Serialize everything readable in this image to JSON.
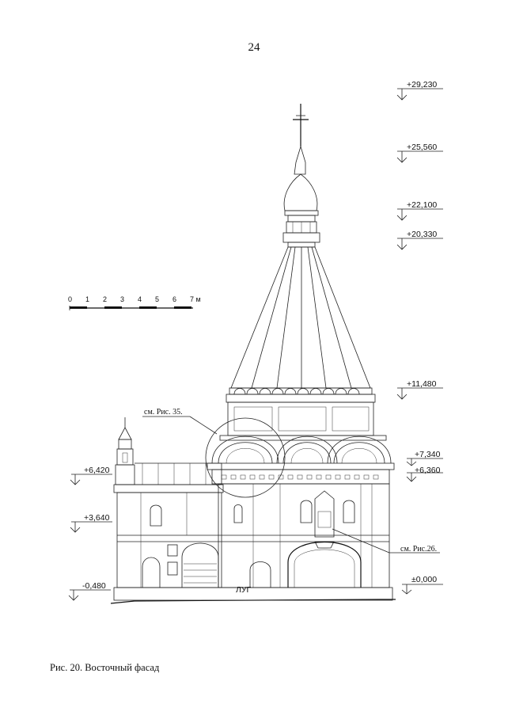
{
  "page": {
    "number": "24"
  },
  "figure": {
    "caption": "Рис. 20. Восточный фасад"
  },
  "scale_bar": {
    "ticks": [
      "0",
      "1",
      "2",
      "3",
      "4",
      "5",
      "6",
      "7 м"
    ]
  },
  "levels_right": [
    "+29,230",
    "+25,560",
    "+22,100",
    "+20,330",
    "+11,480",
    "+7,340",
    "+6,360",
    "±0,000"
  ],
  "levels_left": [
    "+6,420",
    "+3,640",
    "-0,480"
  ],
  "references": {
    "detail_35": "см. Рис. 35.",
    "detail_26": "см. Рис.26."
  },
  "labels": {
    "gate": "ЛУГ"
  }
}
